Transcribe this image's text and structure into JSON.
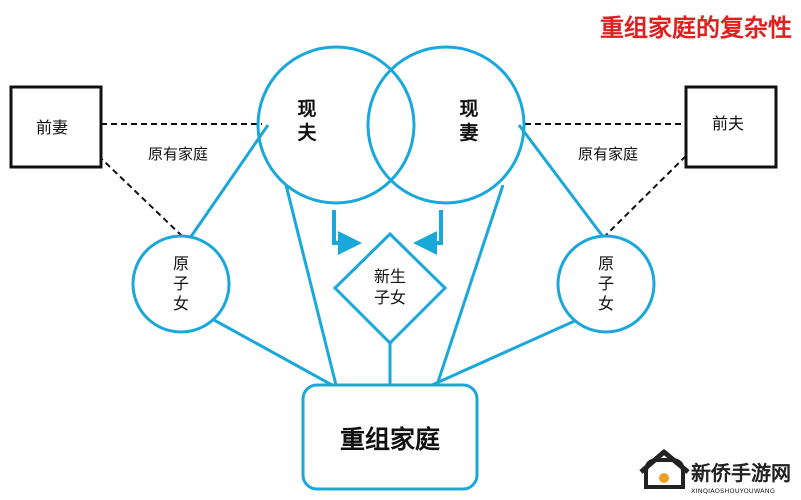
{
  "title": "重组家庭的复杂性",
  "colors": {
    "accent": "#1aa7d9",
    "title": "#e02020",
    "ink": "#111111",
    "logo": "#222222"
  },
  "nodes": {
    "ex_wife": "前妻",
    "ex_husband": "前夫",
    "current_husband": [
      "现",
      "夫"
    ],
    "current_wife": [
      "现",
      "妻"
    ],
    "left_children": [
      "原",
      "子",
      "女"
    ],
    "right_children": [
      "原",
      "子",
      "女"
    ],
    "new_children": [
      "新生",
      "子女"
    ],
    "blended_family": "重组家庭"
  },
  "edge_labels": {
    "left_original_family": "原有家庭",
    "right_original_family": "原有家庭"
  },
  "watermark": {
    "brand": "新侨手游网",
    "url": "XINQIAOSHOUYOUWANG"
  }
}
